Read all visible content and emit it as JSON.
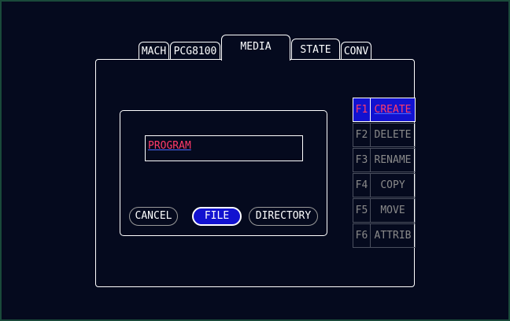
{
  "tabs": [
    {
      "label": "MACH",
      "active": false
    },
    {
      "label": "PCG8100",
      "active": false
    },
    {
      "label": "MEDIA",
      "active": true
    },
    {
      "label": "STATE",
      "active": false
    },
    {
      "label": "CONV",
      "active": false
    }
  ],
  "dialog": {
    "name_value": "PROGRAM",
    "buttons": {
      "cancel": "CANCEL",
      "file": "FILE",
      "directory": "DIRECTORY"
    },
    "selected_button": "FILE"
  },
  "function_keys": [
    {
      "key": "F1",
      "label": "CREATE",
      "active": true
    },
    {
      "key": "F2",
      "label": "DELETE",
      "active": false
    },
    {
      "key": "F3",
      "label": "RENAME",
      "active": false
    },
    {
      "key": "F4",
      "label": "COPY",
      "active": false
    },
    {
      "key": "F5",
      "label": "MOVE",
      "active": false
    },
    {
      "key": "F6",
      "label": "ATTRIB",
      "active": false
    }
  ],
  "colors": {
    "background": "#050a1e",
    "accent": "#1212d0",
    "highlight_text": "#ff3a6a",
    "frame": "#1a4a3a"
  }
}
